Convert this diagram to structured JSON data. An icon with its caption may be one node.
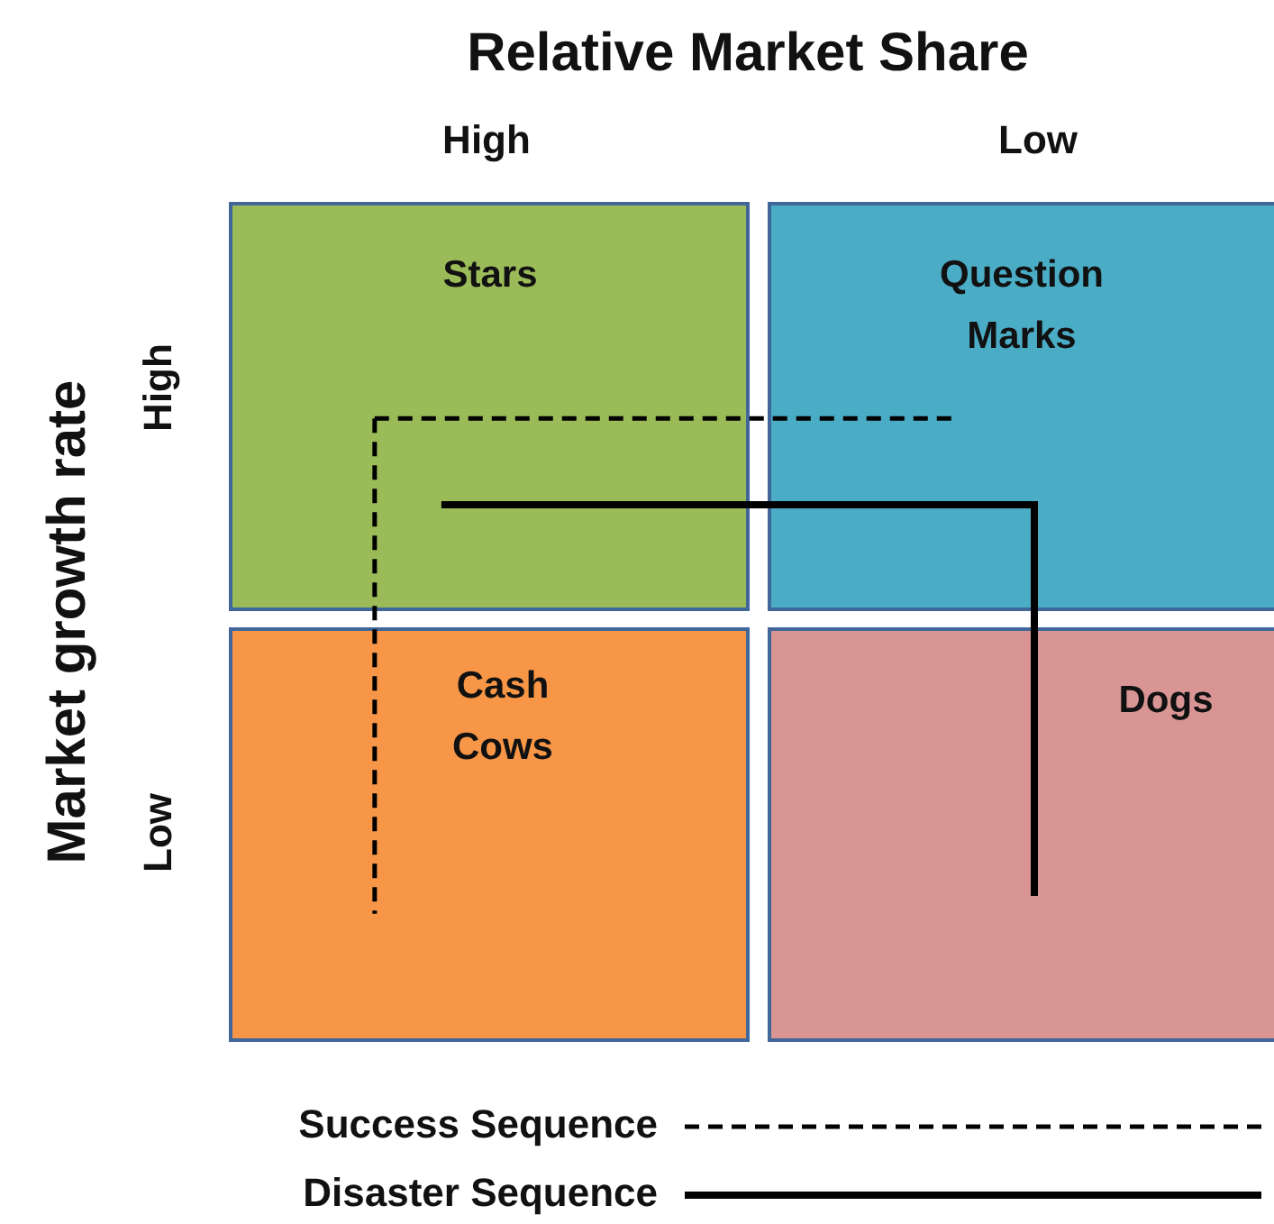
{
  "diagram": {
    "nodes": [
      {
        "text": [
          "Stars"
        ]
      },
      {
        "text": [
          "Question Marks"
        ]
      },
      {
        "text": [
          "Cash Cows"
        ]
      },
      {
        "text": [
          "Dogs"
        ]
      }
    ],
    "edges": [
      {
        "from": 1,
        "to": 0,
        "arrow": "none",
        "style": "dashed"
      },
      {
        "from": 0,
        "to": 2,
        "arrow": "none",
        "style": "dashed"
      },
      {
        "from": 0,
        "to": 1,
        "arrow": "none"
      },
      {
        "from": 1,
        "to": 3,
        "arrow": "none"
      }
    ],
    "labels": [
      "Relative Market Share",
      "High",
      "Low",
      "Market growth rate",
      "High",
      "Low"
    ],
    "legend": [
      {
        "text": "Success Sequence"
      },
      {
        "text": "Disaster Sequence"
      }
    ]
  }
}
